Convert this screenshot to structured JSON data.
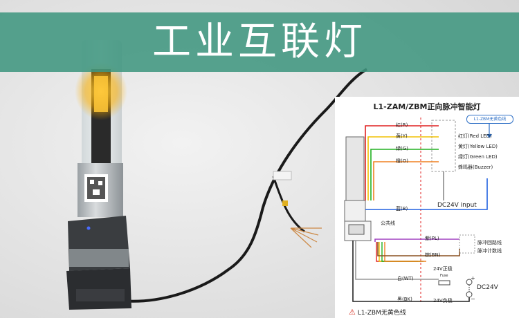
{
  "banner": {
    "title": "工业互联灯"
  },
  "diagram": {
    "title": "L1-ZAM/ZBM正向脉冲智能灯",
    "callout": "L1-ZBM无黄色线",
    "wires": [
      {
        "label": "红(R)",
        "color": "#e02020"
      },
      {
        "label": "黄(Y)",
        "color": "#f0c000"
      },
      {
        "label": "绿(G)",
        "color": "#20b020"
      },
      {
        "label": "橙(O)",
        "color": "#f08020"
      },
      {
        "label": "蓝(B)",
        "color": "#2060e0"
      },
      {
        "label": "公共线",
        "color": "#2060e0"
      },
      {
        "label": "紫(PL)",
        "color": "#a040c0"
      },
      {
        "label": "棕(BN)",
        "color": "#8a5020"
      },
      {
        "label": "白(WT)",
        "color": "#999999"
      },
      {
        "label": "黑(BK)",
        "color": "#222222"
      }
    ],
    "outputs": [
      "红灯(Red LED)",
      "黄灯(Yellow LED)",
      "绿灯(Green LED)",
      "蜂鸣器(Buzzer)"
    ],
    "dc_input": "DC24V input",
    "pulse": [
      "脉冲回路线",
      "脉冲计数线"
    ],
    "power_pos": "24V正极",
    "fuse": "Fuse",
    "power_neg": "24V负极",
    "dc24v": "DC24V",
    "plus": "+",
    "minus": "−",
    "warning": "L1-ZBM无黄色线"
  }
}
